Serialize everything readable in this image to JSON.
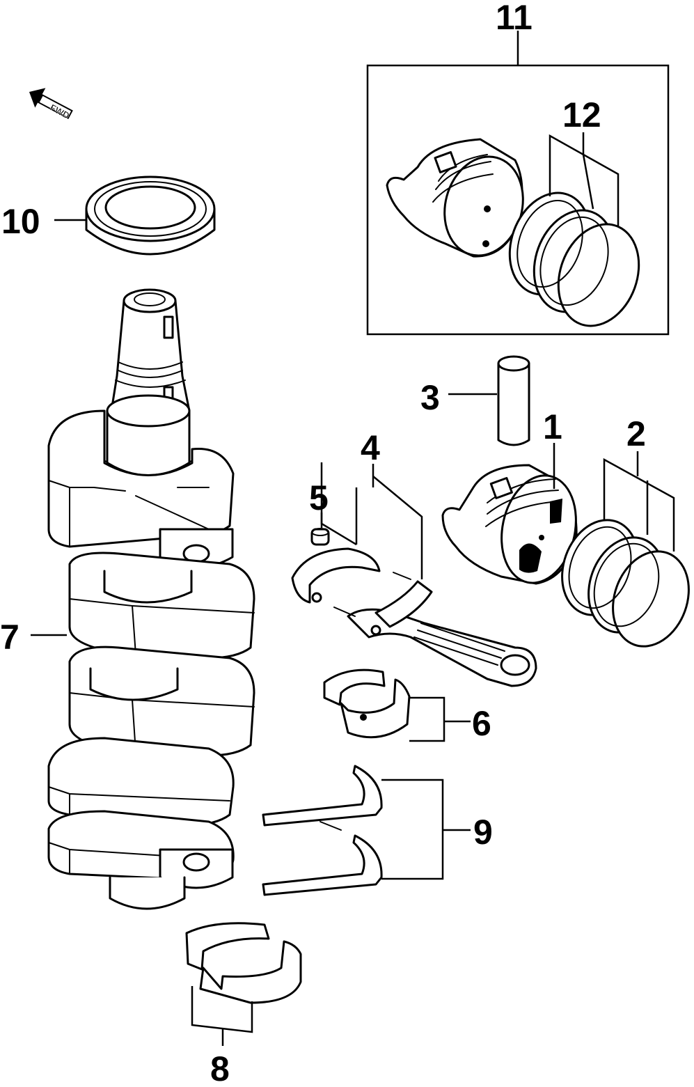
{
  "diagram": {
    "direction_marker": {
      "text": "FWD",
      "icon": "arrow-forward-icon"
    },
    "callouts": [
      {
        "id": "1",
        "text": "1"
      },
      {
        "id": "2",
        "text": "2"
      },
      {
        "id": "3",
        "text": "3"
      },
      {
        "id": "4",
        "text": "4"
      },
      {
        "id": "5",
        "text": "5"
      },
      {
        "id": "6",
        "text": "6"
      },
      {
        "id": "7",
        "text": "7"
      },
      {
        "id": "8",
        "text": "8"
      },
      {
        "id": "9",
        "text": "9"
      },
      {
        "id": "10",
        "text": "10"
      },
      {
        "id": "11",
        "text": "11"
      },
      {
        "id": "12",
        "text": "12"
      }
    ]
  }
}
